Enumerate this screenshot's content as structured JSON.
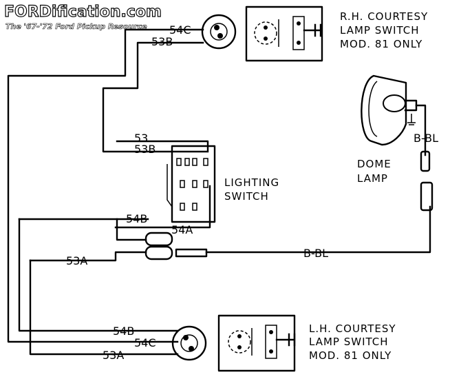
{
  "watermark": {
    "site": "FORDification.com",
    "tagline": "The '67-'72 Ford Pickup Resource"
  },
  "components": {
    "rh_switch": {
      "title": "R.H. COURTESY",
      "line2": "LAMP SWITCH",
      "line3": "MOD. 81 ONLY"
    },
    "lh_switch": {
      "title": "L.H. COURTESY",
      "line2": "LAMP SWITCH",
      "line3": "MOD. 81 ONLY"
    },
    "lighting_switch": {
      "line1": "LIGHTING",
      "line2": "SWITCH"
    },
    "dome_lamp": {
      "line1": "DOME",
      "line2": "LAMP"
    }
  },
  "wires": {
    "w54c_top": "54C",
    "w53b_top": "53B",
    "w53": "53",
    "w53b_mid": "53B",
    "w54b_mid": "54B",
    "w54a": "54A",
    "w53a_mid": "53A",
    "bbl_dome": "B-BL",
    "bbl_run": "B-BL",
    "w54b_bot": "54B",
    "w54c_bot": "54C",
    "w53a_bot": "53A"
  },
  "colors": {
    "ink": "#000000",
    "paper": "#ffffff"
  }
}
